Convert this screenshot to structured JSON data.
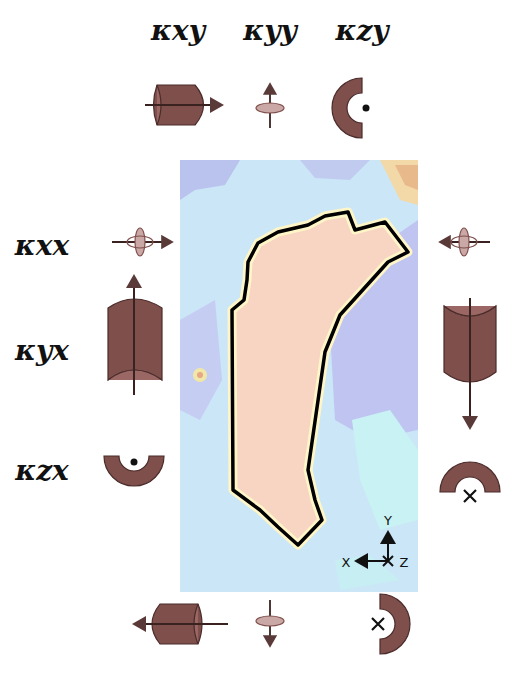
{
  "diagram": {
    "labels": [
      "κxy",
      "κyy",
      "κzy",
      "κxx",
      "κyx",
      "κzx",
      "Y",
      "X",
      "Z"
    ]
  }
}
